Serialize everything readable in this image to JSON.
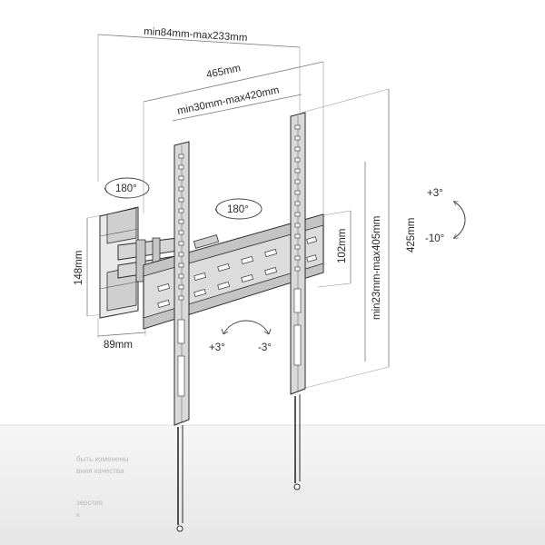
{
  "labels": {
    "depth_range": "min84mm-max233mm",
    "rail_height": "465mm",
    "hole_spacing_horizontal": "min30mm-max420mm",
    "swivel_wall": "180°",
    "swivel_arm": "180°",
    "plate_height": "102mm",
    "vertical_spacing": "min23mm-max405mm",
    "overall_height": "425mm",
    "tilt_up": "+3°",
    "tilt_down": "-10°",
    "wall_plate_height": "148mm",
    "wall_plate_depth": "89mm",
    "level_left": "+3°",
    "level_right": "-3°"
  },
  "footer_text": {
    "line1": "быть изменены",
    "line2": "вния качества",
    "line3": "зерстия",
    "line4": "к"
  },
  "colors": {
    "line": "#3a3a3a",
    "dimension": "#7a7a7a",
    "metal": "#d9d9d9",
    "floor": "#ececec"
  }
}
